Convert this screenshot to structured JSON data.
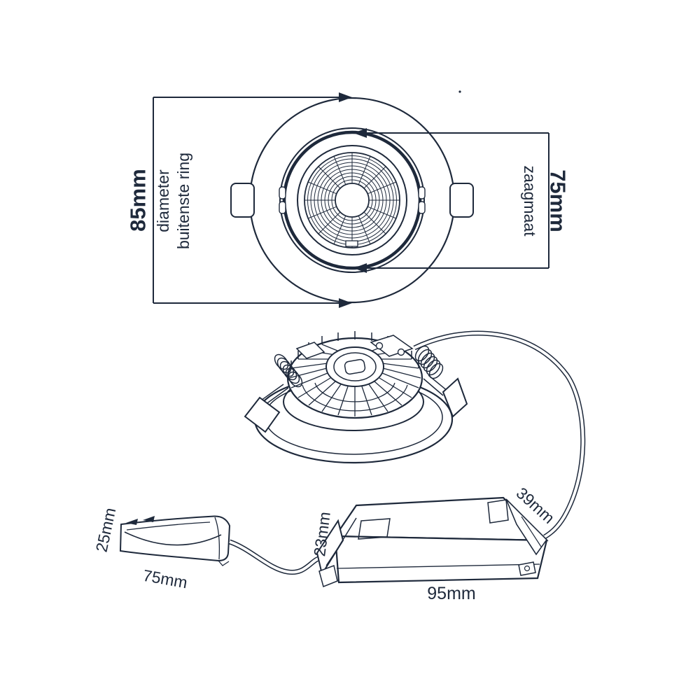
{
  "drawing": {
    "type": "technical-dimension-diagram",
    "subject": "recessed LED downlight with driver and cable cover",
    "ink_color": "#1e293b",
    "background_color": "#ffffff"
  },
  "front_view": {
    "outer_dimension": {
      "value": "85mm",
      "caption_line1": "diameter",
      "caption_line2": "buitenste ring"
    },
    "cutout_dimension": {
      "value": "75mm",
      "caption": "zaagmaat"
    }
  },
  "connector_box": {
    "height_label": "25mm",
    "length_label": "75mm"
  },
  "driver_box": {
    "height_label": "23mm",
    "depth_label": "39mm",
    "length_label": "95mm"
  }
}
